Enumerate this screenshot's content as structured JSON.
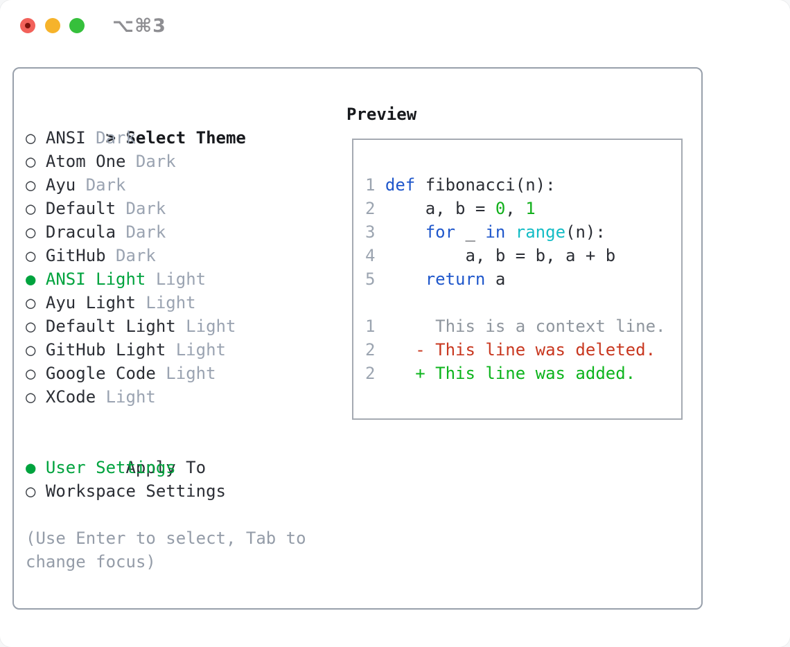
{
  "window": {
    "hotkey": "⌥⌘3"
  },
  "markers": {
    "selected": "●",
    "unselected": "○",
    "prompt": ">"
  },
  "theme_panel": {
    "title": "Select Theme",
    "items": [
      {
        "name": "ANSI",
        "variant": "Dark",
        "selected": false
      },
      {
        "name": "Atom One",
        "variant": "Dark",
        "selected": false
      },
      {
        "name": "Ayu",
        "variant": "Dark",
        "selected": false
      },
      {
        "name": "Default",
        "variant": "Dark",
        "selected": false
      },
      {
        "name": "Dracula",
        "variant": "Dark",
        "selected": false
      },
      {
        "name": "GitHub",
        "variant": "Dark",
        "selected": false
      },
      {
        "name": "ANSI Light",
        "variant": "Light",
        "selected": true
      },
      {
        "name": "Ayu Light",
        "variant": "Light",
        "selected": false
      },
      {
        "name": "Default Light",
        "variant": "Light",
        "selected": false
      },
      {
        "name": "GitHub Light",
        "variant": "Light",
        "selected": false
      },
      {
        "name": "Google Code",
        "variant": "Light",
        "selected": false
      },
      {
        "name": "XCode",
        "variant": "Light",
        "selected": false
      }
    ],
    "apply_to": {
      "title": "Apply To",
      "options": [
        {
          "label": "User Settings",
          "selected": true
        },
        {
          "label": "Workspace Settings",
          "selected": false
        }
      ]
    },
    "help": "(Use Enter to select, Tab to change focus)"
  },
  "preview": {
    "title": "Preview",
    "code_lines": [
      {
        "num": "1",
        "kind": "code",
        "segments": [
          {
            "text": "def",
            "type": "keyword"
          },
          {
            "text": " fibonacci(n):",
            "type": "plain"
          }
        ]
      },
      {
        "num": "2",
        "kind": "code",
        "segments": [
          {
            "text": "    a, b = ",
            "type": "plain"
          },
          {
            "text": "0",
            "type": "number"
          },
          {
            "text": ", ",
            "type": "plain"
          },
          {
            "text": "1",
            "type": "number"
          }
        ]
      },
      {
        "num": "3",
        "kind": "code",
        "segments": [
          {
            "text": "    ",
            "type": "plain"
          },
          {
            "text": "for",
            "type": "keyword"
          },
          {
            "text": " _ ",
            "type": "plain"
          },
          {
            "text": "in",
            "type": "keyword"
          },
          {
            "text": " ",
            "type": "plain"
          },
          {
            "text": "range",
            "type": "builtin"
          },
          {
            "text": "(n):",
            "type": "plain"
          }
        ]
      },
      {
        "num": "4",
        "kind": "code",
        "segments": [
          {
            "text": "        a, b = b, a + b",
            "type": "plain"
          }
        ]
      },
      {
        "num": "5",
        "kind": "code",
        "segments": [
          {
            "text": "    ",
            "type": "plain"
          },
          {
            "text": "return",
            "type": "keyword"
          },
          {
            "text": " a",
            "type": "plain"
          }
        ]
      },
      {
        "num": "",
        "kind": "blank",
        "segments": []
      },
      {
        "num": "1",
        "kind": "context",
        "segments": [
          {
            "text": "     This is a context line.",
            "type": "context"
          }
        ]
      },
      {
        "num": "2",
        "kind": "deleted",
        "segments": [
          {
            "text": "   - This line was deleted.",
            "type": "deleted"
          }
        ]
      },
      {
        "num": "2",
        "kind": "added",
        "segments": [
          {
            "text": "   + This line was added.",
            "type": "added"
          }
        ]
      }
    ]
  },
  "palette": {
    "text_dark": "#2b2e35",
    "text_bold": "#17191d",
    "bullet_dark": "#3c4046",
    "muted": "#9aa3b1",
    "help_gray": "#949ca8",
    "hotkey_gray": "#8e8e92",
    "line_number": "#9ba4b0",
    "context_gray": "#8f969e",
    "green_ui": "#00a33e",
    "keyword_blue": "#1f57cb",
    "number_green": "#12b01c",
    "builtin_cyan": "#13bcc5",
    "deleted_red": "#c8371f",
    "added_green": "#0cb41c",
    "border_outer": "#98a0ab",
    "border_inner": "#a5aab2",
    "traffic_red": "#f2615a",
    "traffic_red_dot": "#7d120c",
    "traffic_yellow": "#f6b32b",
    "traffic_green": "#36c03c"
  }
}
